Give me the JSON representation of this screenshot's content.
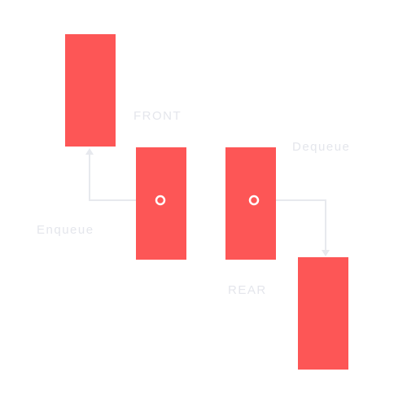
{
  "diagram": {
    "colors": {
      "block": "#fd5656",
      "connector": "#e7e9ee",
      "label": "#e4e6ec",
      "background": "#ffffff"
    },
    "blocks": [
      {
        "role": "enqueued-element"
      },
      {
        "role": "front-element"
      },
      {
        "role": "rear-element"
      },
      {
        "role": "dequeued-element"
      }
    ],
    "labels": {
      "front": "FRONT",
      "rear": "REAR",
      "enqueue": "Enqueue",
      "dequeue": "Dequeue"
    },
    "connectors": [
      {
        "name": "enqueue-connector",
        "from": "front-element",
        "to": "enqueued-element",
        "arrow": "up"
      },
      {
        "name": "dequeue-connector",
        "from": "rear-element",
        "to": "dequeued-element",
        "arrow": "down"
      }
    ]
  }
}
